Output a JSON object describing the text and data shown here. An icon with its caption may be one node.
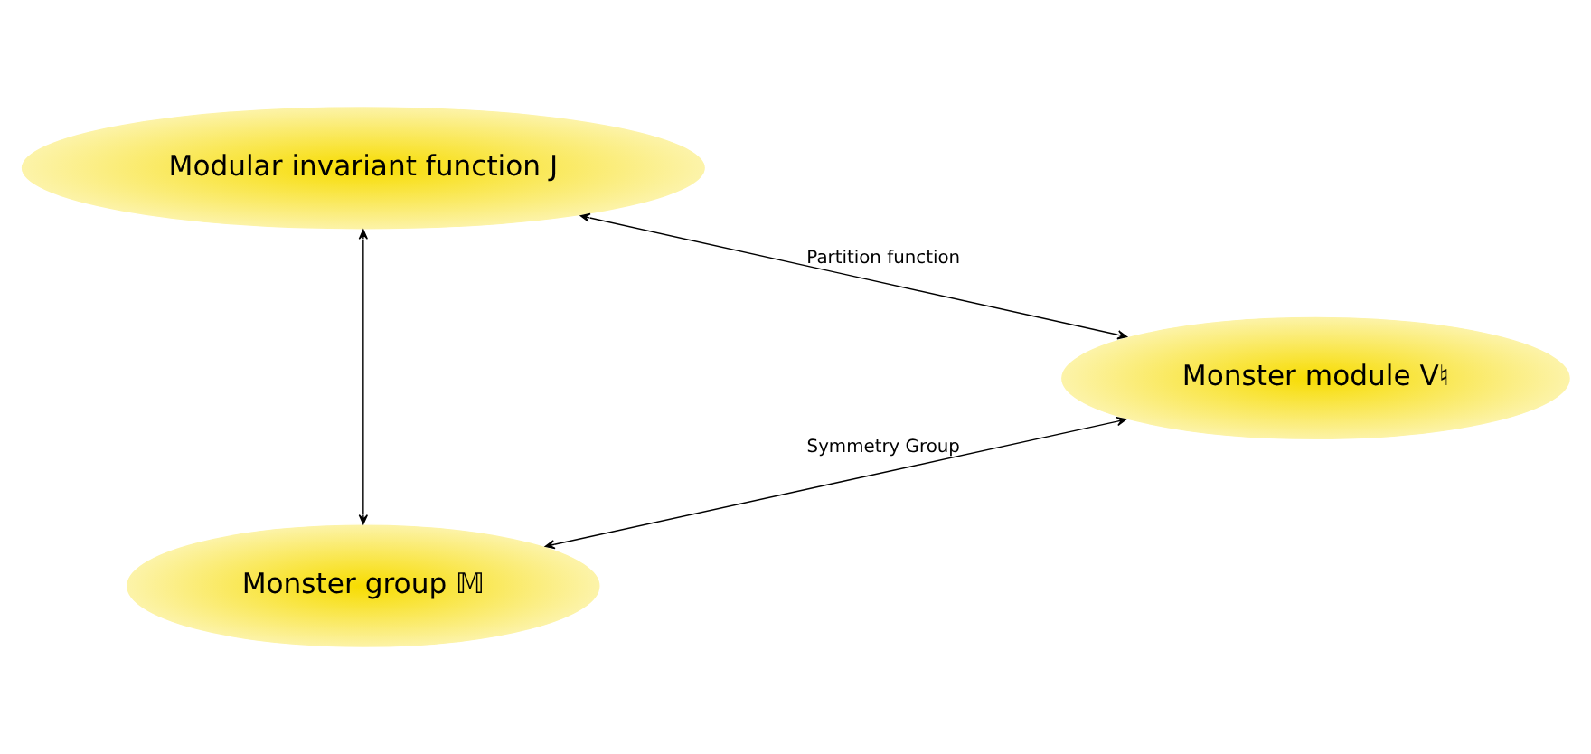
{
  "diagram": {
    "nodes": [
      {
        "text": [
          "Modular invariant function J"
        ]
      },
      {
        "text": [
          "Monster module V♮"
        ]
      },
      {
        "text": [
          "Monster group 𝕄"
        ]
      }
    ],
    "edges": [
      {
        "from": 0,
        "to": 2,
        "arrow": "both"
      },
      {
        "from": 0,
        "to": 1,
        "arrow": "both",
        "label": "Partition function"
      },
      {
        "from": 2,
        "to": 1,
        "arrow": "both",
        "label": "Symmetry Group"
      }
    ]
  }
}
